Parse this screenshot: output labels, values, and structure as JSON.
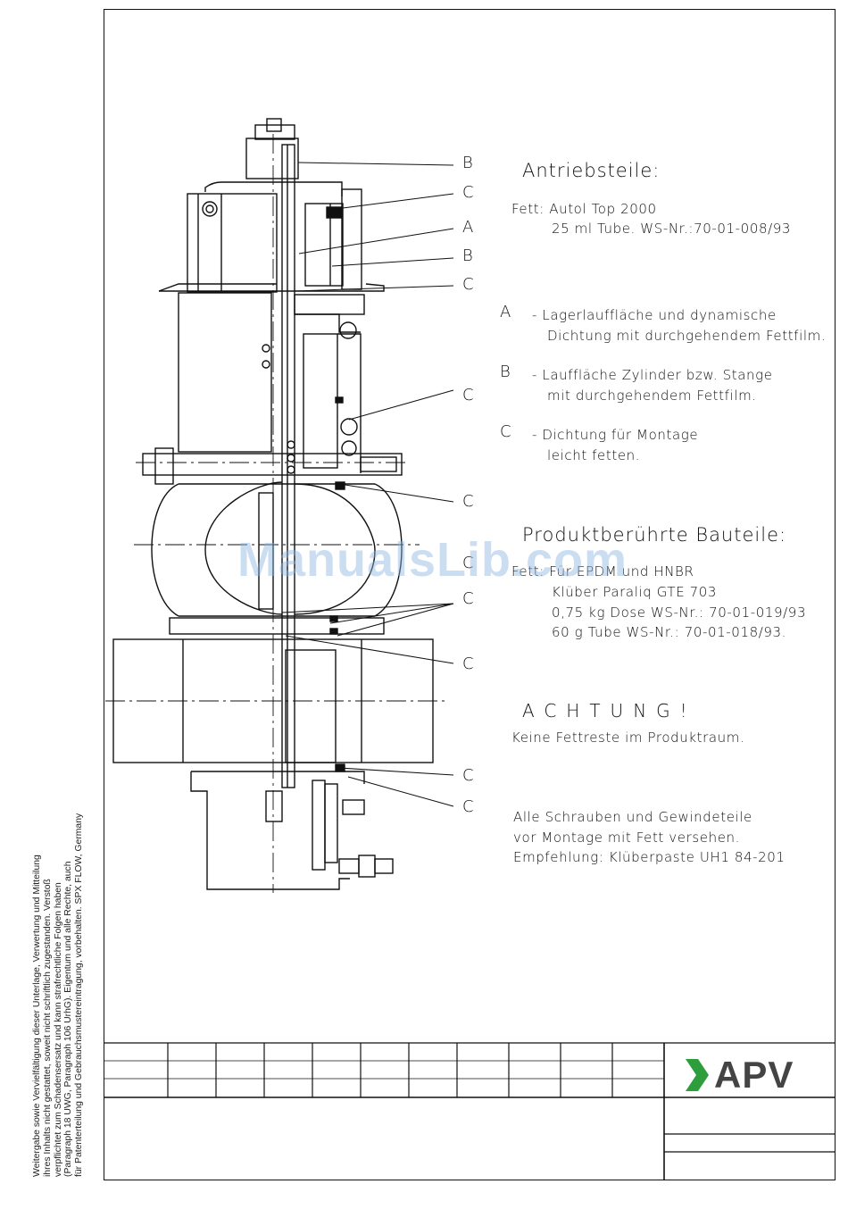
{
  "legal_notice": [
    "Weitergabe sowie Vervielfältigung dieser Unterlage, Verwertung und Mitteilung",
    "ihres Inhalts nicht gestattet, soweit nicht schriftlich zugestanden. Verstoß",
    "verpflichtet zum Schadensersatz und kann strafrechtliche Folgen haben",
    "(Paragraph 18 UWG, Paragraph 106 UrhG). Eigentum und alle Rechte, auch",
    "für Patenterteilung und Gebrauchsmustereintragung, vorbehalten. SPX FLOW, Germany"
  ],
  "callouts": [
    "B",
    "C",
    "A",
    "B",
    "C",
    "C",
    "C",
    "C",
    "C",
    "C",
    "C",
    "C"
  ],
  "antriebsteile": {
    "heading": "Antriebsteile:",
    "fett_line1": "Fett: Autol Top 2000",
    "fett_line2": "25 ml Tube. WS-Nr.:70-01-008/93"
  },
  "legend": [
    {
      "key": "A",
      "line1": "- Lagerlauffläche und dynamische",
      "line2": "Dichtung mit durchgehendem Fettfilm."
    },
    {
      "key": "B",
      "line1": "- Lauffläche Zylinder bzw. Stange",
      "line2": "mit durchgehendem Fettfilm."
    },
    {
      "key": "C",
      "line1": "- Dichtung für Montage",
      "line2": "leicht fetten."
    }
  ],
  "produkt": {
    "heading": "Produktberührte Bauteile:",
    "line1": "Fett: Für EPDM und HNBR",
    "line2": "Klüber Paraliq GTE 703",
    "line3": "0,75 kg Dose WS-Nr.: 70-01-019/93",
    "line4": "60 g Tube WS-Nr.: 70-01-018/93."
  },
  "achtung": {
    "heading": "ACHTUNG!",
    "text": "Keine Fettreste im Produktraum."
  },
  "note": {
    "line1": "Alle Schrauben und Gewindeteile",
    "line2": "vor Montage mit Fett versehen.",
    "line3": "Empfehlung: Klüberpaste  UH1 84-201"
  },
  "watermark": "ManualsLib.com",
  "logo": {
    "text": "APV",
    "chevron_color": "#2e9e3c",
    "text_color": "#444444"
  }
}
